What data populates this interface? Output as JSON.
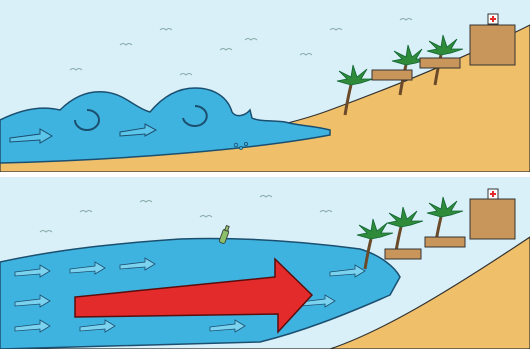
{
  "illustration": {
    "subject": "tsunami",
    "panels": [
      {
        "id": "approaching",
        "elements": [
          "rolling-waves",
          "circular-currents",
          "beach",
          "palm-trees",
          "bungalows",
          "hospital"
        ]
      },
      {
        "id": "inundation",
        "elements": [
          "flooded-water",
          "flow-arrows",
          "large-red-arrow",
          "floating-bottle",
          "beach",
          "palm-trees",
          "bungalows",
          "hospital"
        ]
      }
    ],
    "colors": {
      "sky": "#d6eef7",
      "water": "#3fb3df",
      "water_dark": "#1b7fb0",
      "sand": "#f0bf6a",
      "sand_dark": "#e3a94f",
      "arrow_red": "#e32b2b",
      "building": "#c8965a",
      "palm": "#2f8a3a"
    }
  }
}
